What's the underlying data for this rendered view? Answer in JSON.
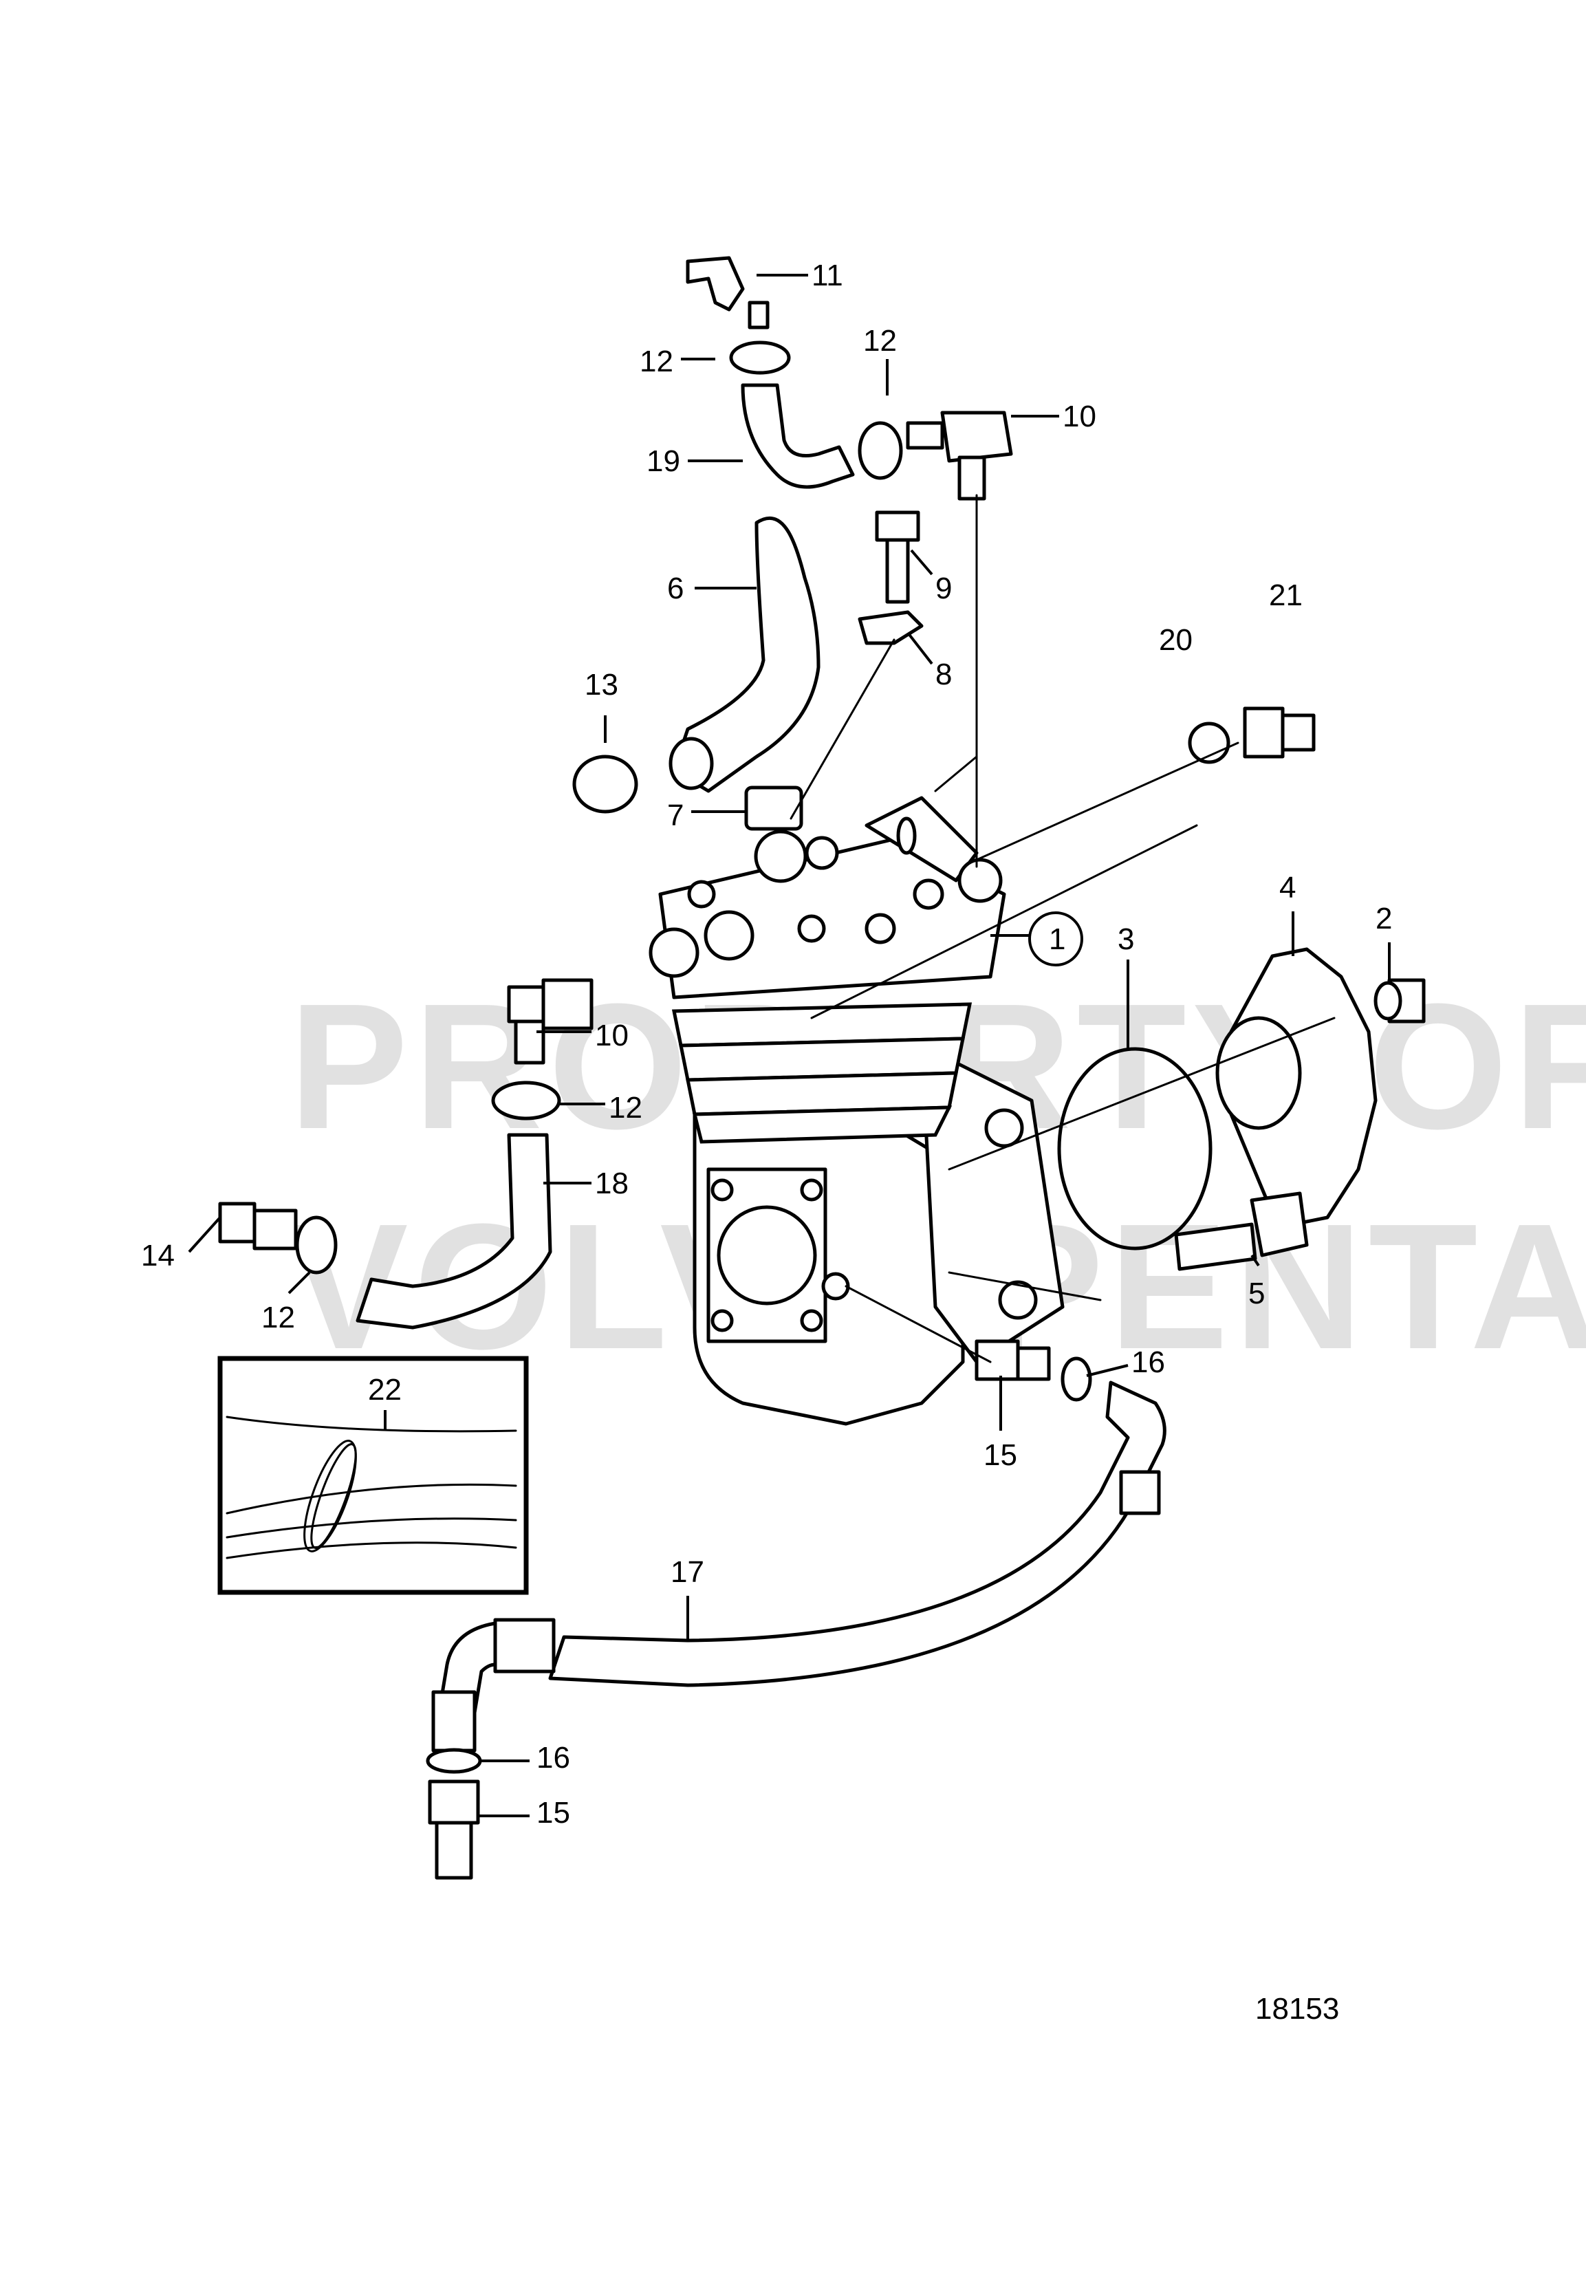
{
  "diagram": {
    "figure_number": "18153",
    "watermark_lines": [
      "PROPERTY OF",
      "VOLVO PENTA"
    ],
    "callouts": [
      "1",
      "2",
      "3",
      "4",
      "5",
      "6",
      "7",
      "8",
      "9",
      "10",
      "10",
      "11",
      "12",
      "12",
      "12",
      "12",
      "13",
      "14",
      "15",
      "15",
      "16",
      "16",
      "17",
      "18",
      "19",
      "20",
      "21",
      "22"
    ]
  }
}
